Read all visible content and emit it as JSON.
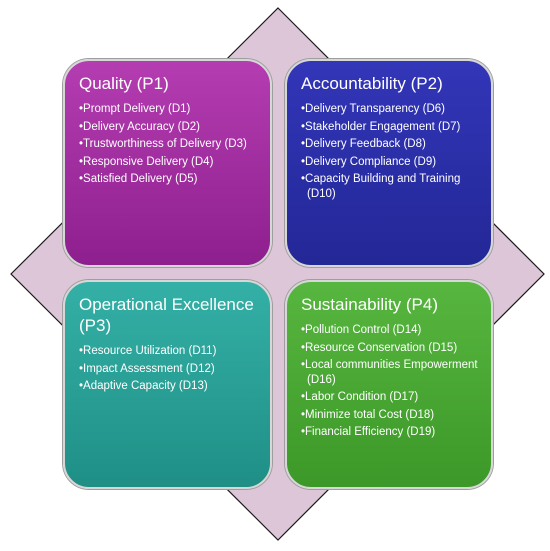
{
  "colors": {
    "diamond_fill": "#dcc6d7",
    "diamond_stroke": "#1a1a1a",
    "quality": "#a12fa0",
    "accountability": "#2b2fa8",
    "operational_excellence": "#2aa198",
    "sustainability": "#4aa735"
  },
  "quadrants": [
    {
      "title": "Quality (P1)",
      "items": [
        "Prompt Delivery (D1)",
        "Delivery Accuracy (D2)",
        "Trustworthiness of Delivery (D3)",
        "Responsive Delivery (D4)",
        "Satisfied Delivery (D5)"
      ]
    },
    {
      "title": "Accountability (P2)",
      "items": [
        "Delivery Transparency (D6)",
        "Stakeholder Engagement (D7)",
        "Delivery Feedback (D8)",
        "Delivery Compliance (D9)",
        "Capacity Building and Training (D10)"
      ]
    },
    {
      "title": "Operational Excellence (P3)",
      "items": [
        "Resource Utilization (D11)",
        "Impact Assessment (D12)",
        "Adaptive Capacity (D13)"
      ]
    },
    {
      "title": "Sustainability (P4)",
      "items": [
        "Pollution Control (D14)",
        "Resource Conservation (D15)",
        "Local communities Empowerment (D16)",
        "Labor Condition (D17)",
        "Minimize total Cost (D18)",
        "Financial Efficiency (D19)"
      ]
    }
  ]
}
